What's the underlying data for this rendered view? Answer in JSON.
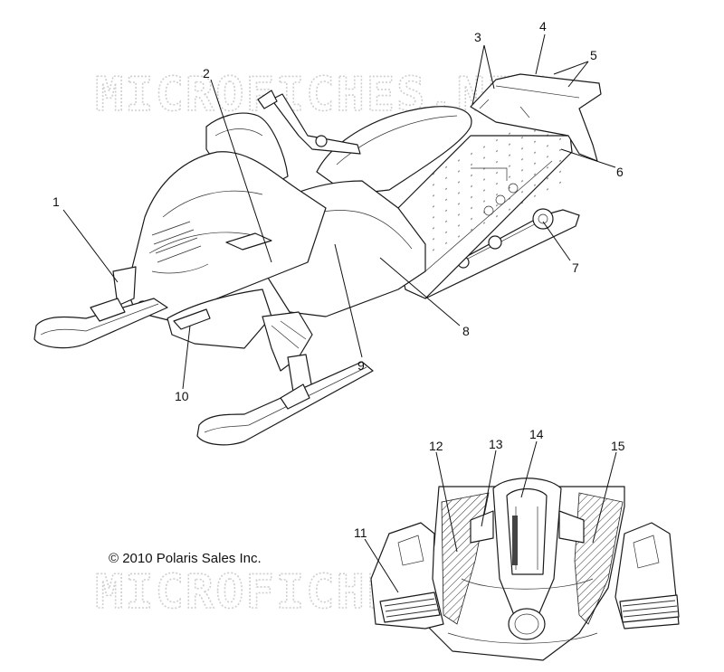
{
  "diagram": {
    "watermarks": [
      "MICROFICHES.NET",
      "MICROFICHES.NET"
    ],
    "copyright": "© 2010 Polaris Sales Inc.",
    "callouts": [
      {
        "id": "c1",
        "label": "1"
      },
      {
        "id": "c2",
        "label": "2"
      },
      {
        "id": "c3",
        "label": "3"
      },
      {
        "id": "c4",
        "label": "4"
      },
      {
        "id": "c5",
        "label": "5"
      },
      {
        "id": "c6",
        "label": "6"
      },
      {
        "id": "c7",
        "label": "7"
      },
      {
        "id": "c8",
        "label": "8"
      },
      {
        "id": "c9",
        "label": "9"
      },
      {
        "id": "c10",
        "label": "10"
      },
      {
        "id": "c11",
        "label": "11"
      },
      {
        "id": "c12",
        "label": "12"
      },
      {
        "id": "c13",
        "label": "13"
      },
      {
        "id": "c14",
        "label": "14"
      },
      {
        "id": "c15",
        "label": "15"
      }
    ]
  }
}
